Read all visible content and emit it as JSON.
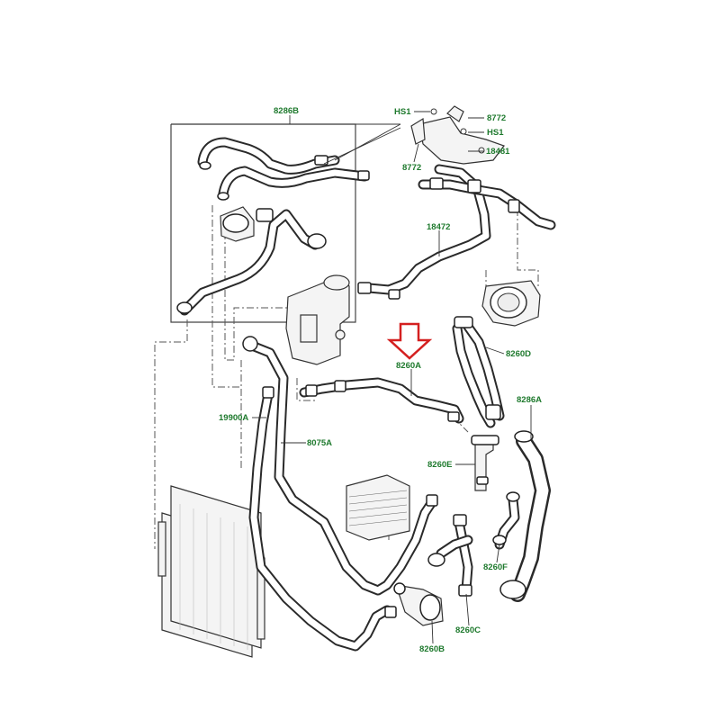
{
  "colors": {
    "label": "#1f7a2e",
    "arrow": "#d42020",
    "line": "#2a2a2a",
    "background": "#ffffff"
  },
  "labels": {
    "l8286B": "8286B",
    "lHS1a": "HS1",
    "lHS1b": "HS1",
    "l8772a": "8772",
    "l8772b": "8772",
    "l18481": "18481",
    "l18472": "18472",
    "l8260A": "8260A",
    "l8260D": "8260D",
    "l8286A": "8286A",
    "l19900A": "19900A",
    "l8075A": "8075A",
    "l8260E": "8260E",
    "l8260F": "8260F",
    "l8260C": "8260C",
    "l8260B": "8260B"
  },
  "icons": {
    "highlight": "down-arrow-icon"
  }
}
